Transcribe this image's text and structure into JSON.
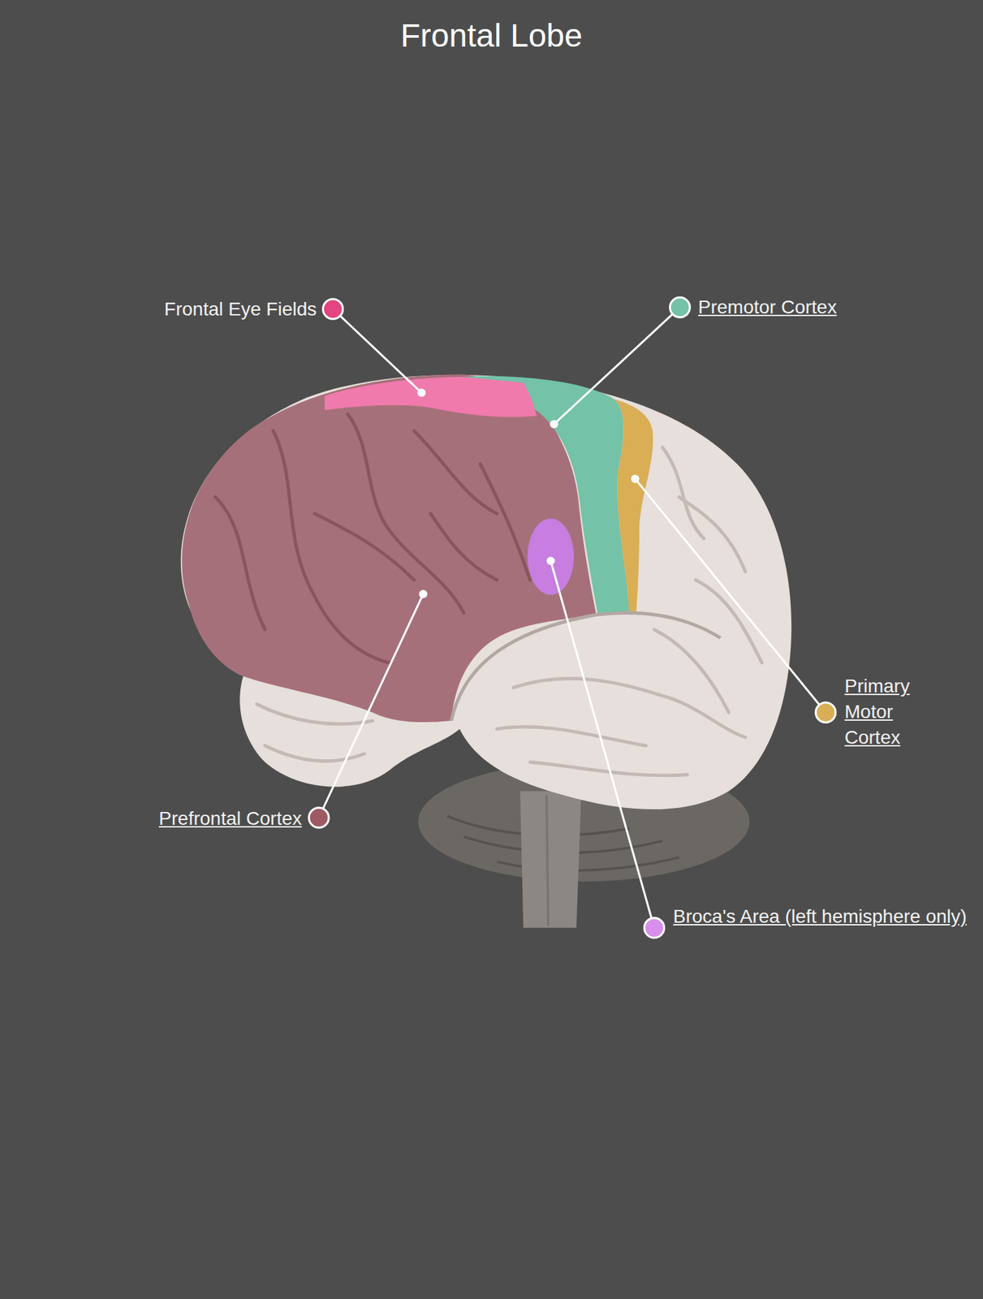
{
  "diagram": {
    "title": "Frontal Lobe",
    "labels": [
      "Frontal Eye Fields",
      "Premotor Cortex",
      "Primary Motor Cortex",
      "Broca's Area (left hemisphere only)",
      "Prefrontal Cortex"
    ]
  }
}
